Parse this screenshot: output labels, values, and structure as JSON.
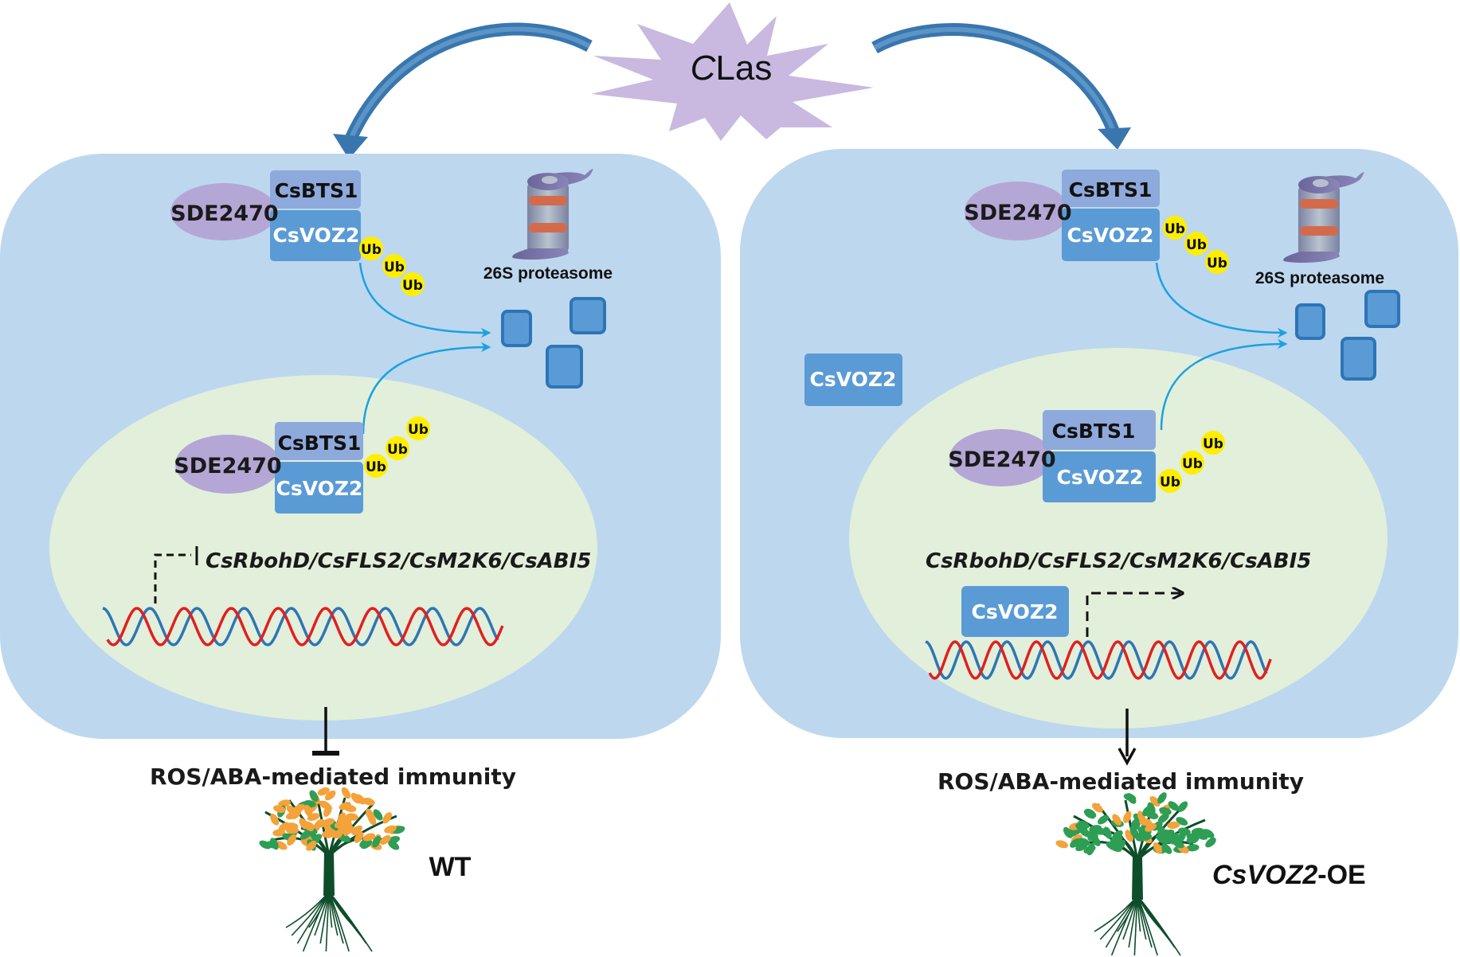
{
  "title": "CLas SDE2470-mediated degradation of CsVOZ2 model",
  "pathogen": {
    "prefix": "C",
    "suffix": "Las"
  },
  "proteins": {
    "effector": "SDE2470",
    "e3_ligase": "CsBTS1",
    "transcription_factor": "CsVOZ2",
    "ubiquitin": "Ub"
  },
  "proteasome_label": "26S proteasome",
  "target_genes": "CsRbohD/CsFLS2/CsM2K6/CsABI5",
  "panels": [
    {
      "id": "wt",
      "regulation": "inhibition",
      "outcome_label": "ROS/ABA-mediated immunity",
      "genotype_label": "WT",
      "genotype_italic_part": "",
      "tree_state": "diseased (mostly yellow leaves)"
    },
    {
      "id": "oe",
      "regulation": "activation",
      "outcome_label": "ROS/ABA-mediated immunity",
      "genotype_label": "-OE",
      "genotype_italic_part": "CsVOZ2",
      "tree_state": "healthy (mostly green leaves)"
    }
  ],
  "colors": {
    "cell": "#BDD7EE",
    "nucleus": "#E2EFDA",
    "effector": "#B4A7D6",
    "e3_ligase": "#8EA9DB",
    "transcription_factor": "#5B9BD5",
    "fragment_stroke": "#2E75B6",
    "ubiquitin": "#FFEE00",
    "pathogen_star": "#C9B8DF",
    "curved_arrow": "#3A76AE",
    "degradation_arrow": "#1BA1E2",
    "dna_strand_a": "#2E75B6",
    "dna_strand_b": "#E02020",
    "leaf_yellow": "#F4A23A",
    "leaf_green": "#2E9E55",
    "trunk": "#0E4D2A"
  }
}
